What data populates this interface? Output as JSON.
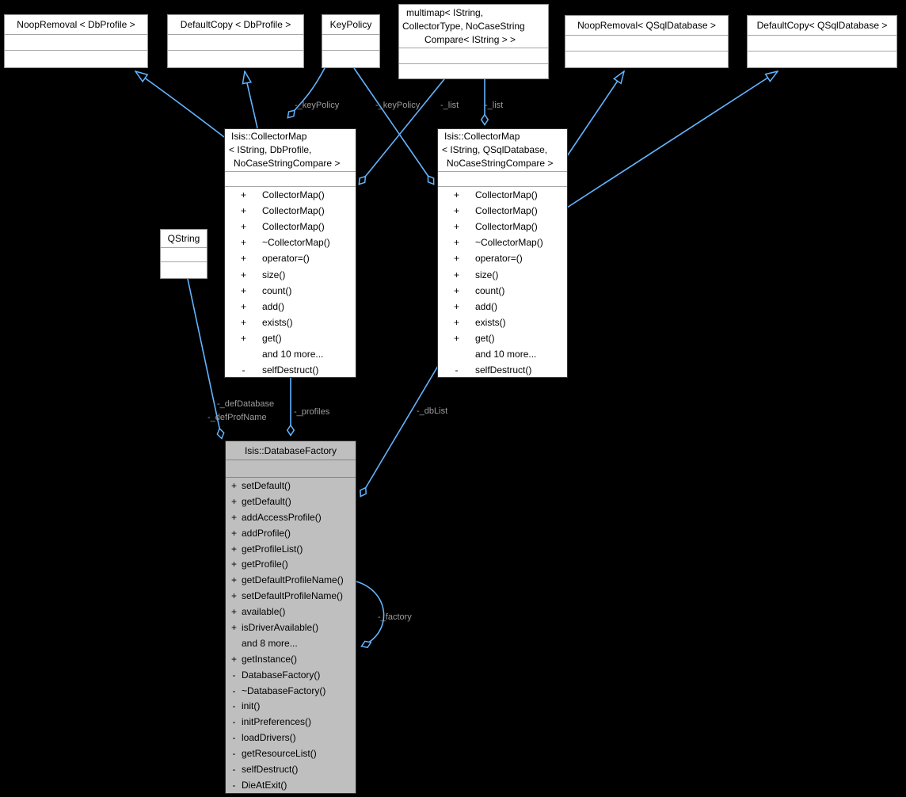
{
  "colors": {
    "background": "#000000",
    "node_fill": "#ffffff",
    "factory_fill": "#bfbfbf",
    "edge": "#63b4ff",
    "edge_label": "#9c9c9c"
  },
  "nodes": {
    "noop_removal_dbprofile": {
      "title": "NoopRemoval < DbProfile >"
    },
    "default_copy_dbprofile": {
      "title": "DefaultCopy < DbProfile >"
    },
    "key_policy": {
      "title": "KeyPolicy"
    },
    "multimap": {
      "title_lines": [
        "multimap< IString,",
        "CollectorType, NoCaseString",
        "Compare< IString > >"
      ]
    },
    "noop_removal_qsqldatabase": {
      "title": "NoopRemoval< QSqlDatabase >"
    },
    "default_copy_qsqldatabase": {
      "title": "DefaultCopy< QSqlDatabase >"
    },
    "qstring": {
      "title": "QString"
    },
    "collector_map_dbprofile": {
      "title_lines": [
        "Isis::CollectorMap",
        "< IString, DbProfile,",
        "NoCaseStringCompare >"
      ],
      "members": [
        {
          "a": "+",
          "n": "CollectorMap()"
        },
        {
          "a": "+",
          "n": "CollectorMap()"
        },
        {
          "a": "+",
          "n": "CollectorMap()"
        },
        {
          "a": "+",
          "n": "~CollectorMap()"
        },
        {
          "a": "+",
          "n": "operator=()"
        },
        {
          "a": "+",
          "n": "size()"
        },
        {
          "a": "+",
          "n": "count()"
        },
        {
          "a": "+",
          "n": "add()"
        },
        {
          "a": "+",
          "n": "exists()"
        },
        {
          "a": "+",
          "n": "get()"
        },
        {
          "a": "",
          "n": "and 10 more..."
        },
        {
          "a": "-",
          "n": "selfDestruct()"
        }
      ]
    },
    "collector_map_qsqldatabase": {
      "title_lines": [
        "Isis::CollectorMap",
        "< IString, QSqlDatabase,",
        "NoCaseStringCompare >"
      ],
      "members": [
        {
          "a": "+",
          "n": "CollectorMap()"
        },
        {
          "a": "+",
          "n": "CollectorMap()"
        },
        {
          "a": "+",
          "n": "CollectorMap()"
        },
        {
          "a": "+",
          "n": "~CollectorMap()"
        },
        {
          "a": "+",
          "n": "operator=()"
        },
        {
          "a": "+",
          "n": "size()"
        },
        {
          "a": "+",
          "n": "count()"
        },
        {
          "a": "+",
          "n": "add()"
        },
        {
          "a": "+",
          "n": "exists()"
        },
        {
          "a": "+",
          "n": "get()"
        },
        {
          "a": "",
          "n": "and 10 more..."
        },
        {
          "a": "-",
          "n": "selfDestruct()"
        }
      ]
    },
    "database_factory": {
      "title": "Isis::DatabaseFactory",
      "members": [
        {
          "a": "+",
          "n": "setDefault()"
        },
        {
          "a": "+",
          "n": "getDefault()"
        },
        {
          "a": "+",
          "n": "addAccessProfile()"
        },
        {
          "a": "+",
          "n": "addProfile()"
        },
        {
          "a": "+",
          "n": "getProfileList()"
        },
        {
          "a": "+",
          "n": "getProfile()"
        },
        {
          "a": "+",
          "n": "getDefaultProfileName()"
        },
        {
          "a": "+",
          "n": "setDefaultProfileName()"
        },
        {
          "a": "+",
          "n": "available()"
        },
        {
          "a": "+",
          "n": "isDriverAvailable()"
        },
        {
          "a": "",
          "n": "and 8 more..."
        },
        {
          "a": "+",
          "n": "getInstance()"
        },
        {
          "a": "-",
          "n": "DatabaseFactory()"
        },
        {
          "a": "-",
          "n": "~DatabaseFactory()"
        },
        {
          "a": "-",
          "n": "init()"
        },
        {
          "a": "-",
          "n": "initPreferences()"
        },
        {
          "a": "-",
          "n": "loadDrivers()"
        },
        {
          "a": "-",
          "n": "getResourceList()"
        },
        {
          "a": "-",
          "n": "selfDestruct()"
        },
        {
          "a": "-",
          "n": "DieAtExit()"
        }
      ]
    }
  },
  "edge_labels": {
    "key_policy_left": "-_keyPolicy",
    "key_policy_right": "-_keyPolicy",
    "list_left": "-_list",
    "list_right": "-_list",
    "def_database": "-_defDatabase",
    "def_prof_name": "-_defProfName",
    "profiles": "-_profiles",
    "db_list": "-_dbList",
    "factory": "-_factory"
  }
}
